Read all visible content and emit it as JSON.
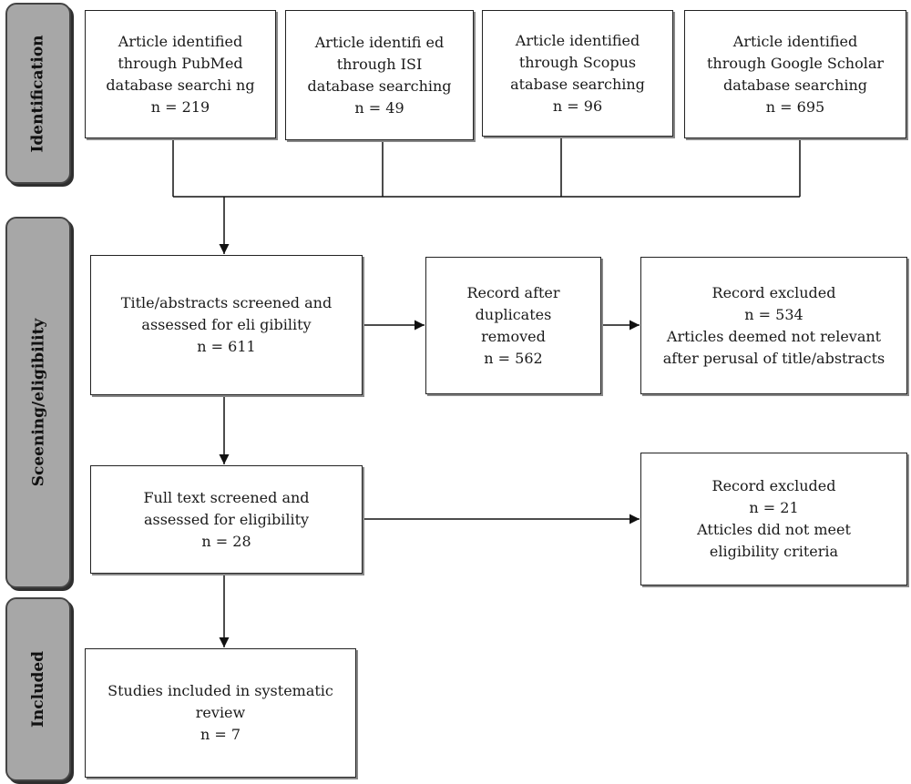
{
  "phases": {
    "identification": "Identification",
    "screening": "Sceening/eligibility",
    "included": "Included"
  },
  "sources": [
    {
      "lines": [
        "Article identified",
        "through PubMed",
        "database searchi ng"
      ],
      "count": "n = 219"
    },
    {
      "lines": [
        "Article identifi ed",
        "through ISI",
        "database searching"
      ],
      "count": "n = 49"
    },
    {
      "lines": [
        "Article identified",
        "through Scopus",
        "atabase searching"
      ],
      "count": "n = 96"
    },
    {
      "lines": [
        "Article identified",
        "through Google Scholar",
        "database searching"
      ],
      "count": "n = 695"
    }
  ],
  "title_screen": {
    "lines": [
      "Title/abstracts screened and",
      "assessed for eli gibility"
    ],
    "count": "n = 611"
  },
  "dedup": {
    "lines": [
      "Record after",
      "duplicates",
      "removed"
    ],
    "count": "n = 562"
  },
  "excluded_1": {
    "heading": "Record excluded",
    "count": "n = 534",
    "lines": [
      "Articles deemed not relevant",
      "after perusal of title/abstracts"
    ]
  },
  "fulltext": {
    "lines": [
      "Full text screened and",
      "assessed for eligibility"
    ],
    "count": "n = 28"
  },
  "excluded_2": {
    "heading": "Record excluded",
    "count": "n = 21",
    "lines": [
      "Atticles did not meet",
      "eligibility  criteria"
    ]
  },
  "included": {
    "lines": [
      "Studies included in systematic",
      "review"
    ],
    "count": "n = 7"
  }
}
